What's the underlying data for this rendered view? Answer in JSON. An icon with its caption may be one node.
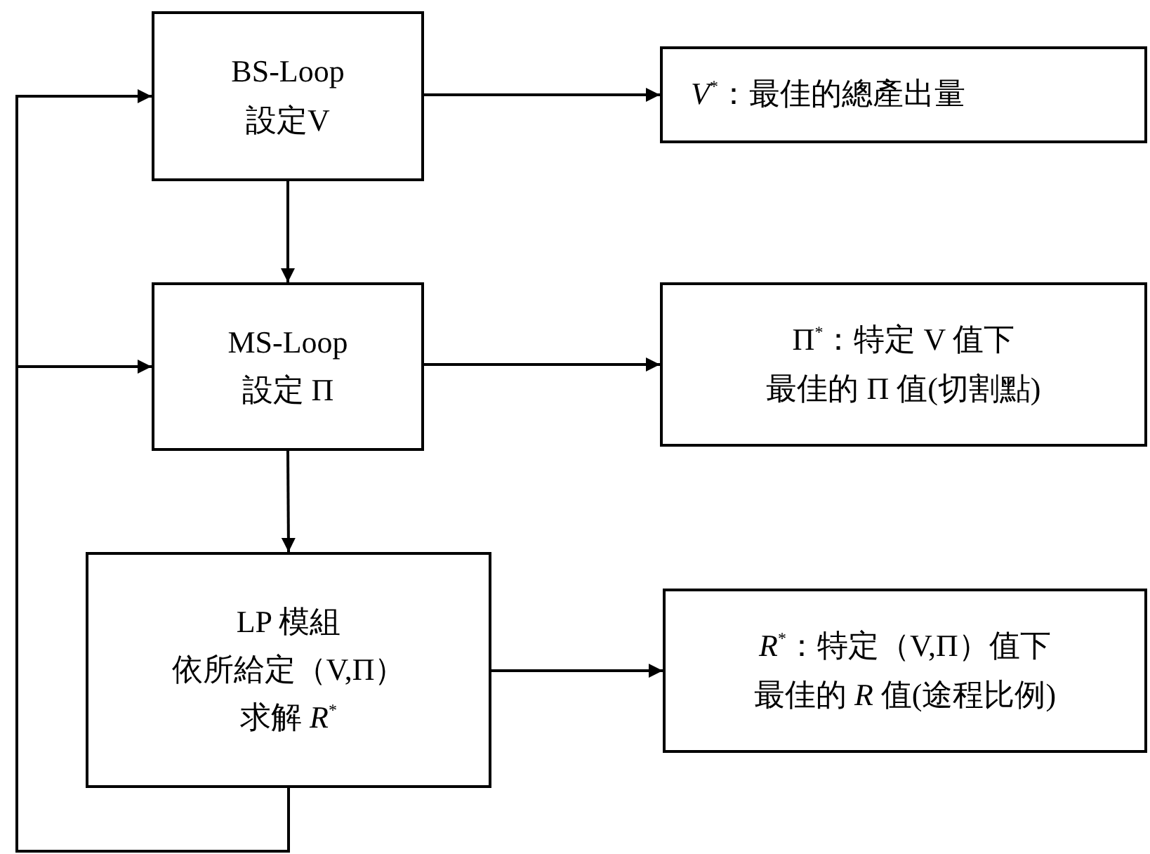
{
  "diagram": {
    "nodes": [
      {
        "text": [
          "BS-Loop",
          "設定V"
        ]
      },
      {
        "text": [
          "*V*$^{*}$：最佳的總產出量"
        ]
      },
      {
        "text": [
          "MS-Loop",
          "設定 Π"
        ]
      },
      {
        "text": [
          "Π$^{*}$：特定 V 值下",
          "最佳的 Π 值(切割點)"
        ]
      },
      {
        "text": [
          "LP 模組",
          "依所給定（V,Π）",
          "求解 *R*$^{*}$"
        ]
      },
      {
        "text": [
          "*R*$^{*}$：特定（V,Π）值下",
          "最佳的 *R* 值(途程比例)"
        ]
      }
    ],
    "edges": [
      {
        "from": 0,
        "to": 1,
        "arrow": "to"
      },
      {
        "from": 0,
        "to": 2,
        "arrow": "to"
      },
      {
        "from": 2,
        "to": 3,
        "arrow": "to"
      },
      {
        "from": 2,
        "to": 4,
        "arrow": "to"
      },
      {
        "from": 4,
        "to": 5,
        "arrow": "to"
      },
      {
        "from": 4,
        "to": 0,
        "arrow": "to"
      },
      {
        "from": 4,
        "to": 2,
        "arrow": "to"
      }
    ]
  }
}
